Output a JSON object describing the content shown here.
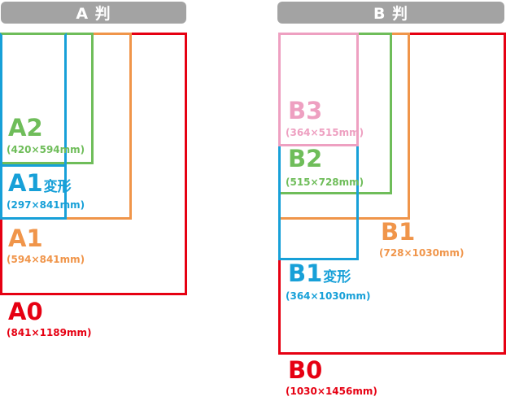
{
  "colors": {
    "header_bg": "#a3a3a3",
    "red": "#e60012",
    "orange": "#f0954a",
    "blue": "#17a0d8",
    "green": "#6fbd5a",
    "pink": "#eea0c1"
  },
  "a_series": {
    "header": "A 判",
    "a0": {
      "name": "A0",
      "dims": "(841×1189mm)"
    },
    "a1": {
      "name": "A1",
      "dims": "(594×841mm)"
    },
    "a1_hen": {
      "name": "A1",
      "suffix": "変形",
      "dims": "(297×841mm)"
    },
    "a2": {
      "name": "A2",
      "dims": "(420×594mm)"
    }
  },
  "b_series": {
    "header": "B 判",
    "b0": {
      "name": "B0",
      "dims": "(1030×1456mm)"
    },
    "b1": {
      "name": "B1",
      "dims": "(728×1030mm)"
    },
    "b1_hen": {
      "name": "B1",
      "suffix": "変形",
      "dims": "(364×1030mm)"
    },
    "b2": {
      "name": "B2",
      "dims": "(515×728mm)"
    },
    "b3": {
      "name": "B3",
      "dims": "(364×515mm)"
    }
  }
}
